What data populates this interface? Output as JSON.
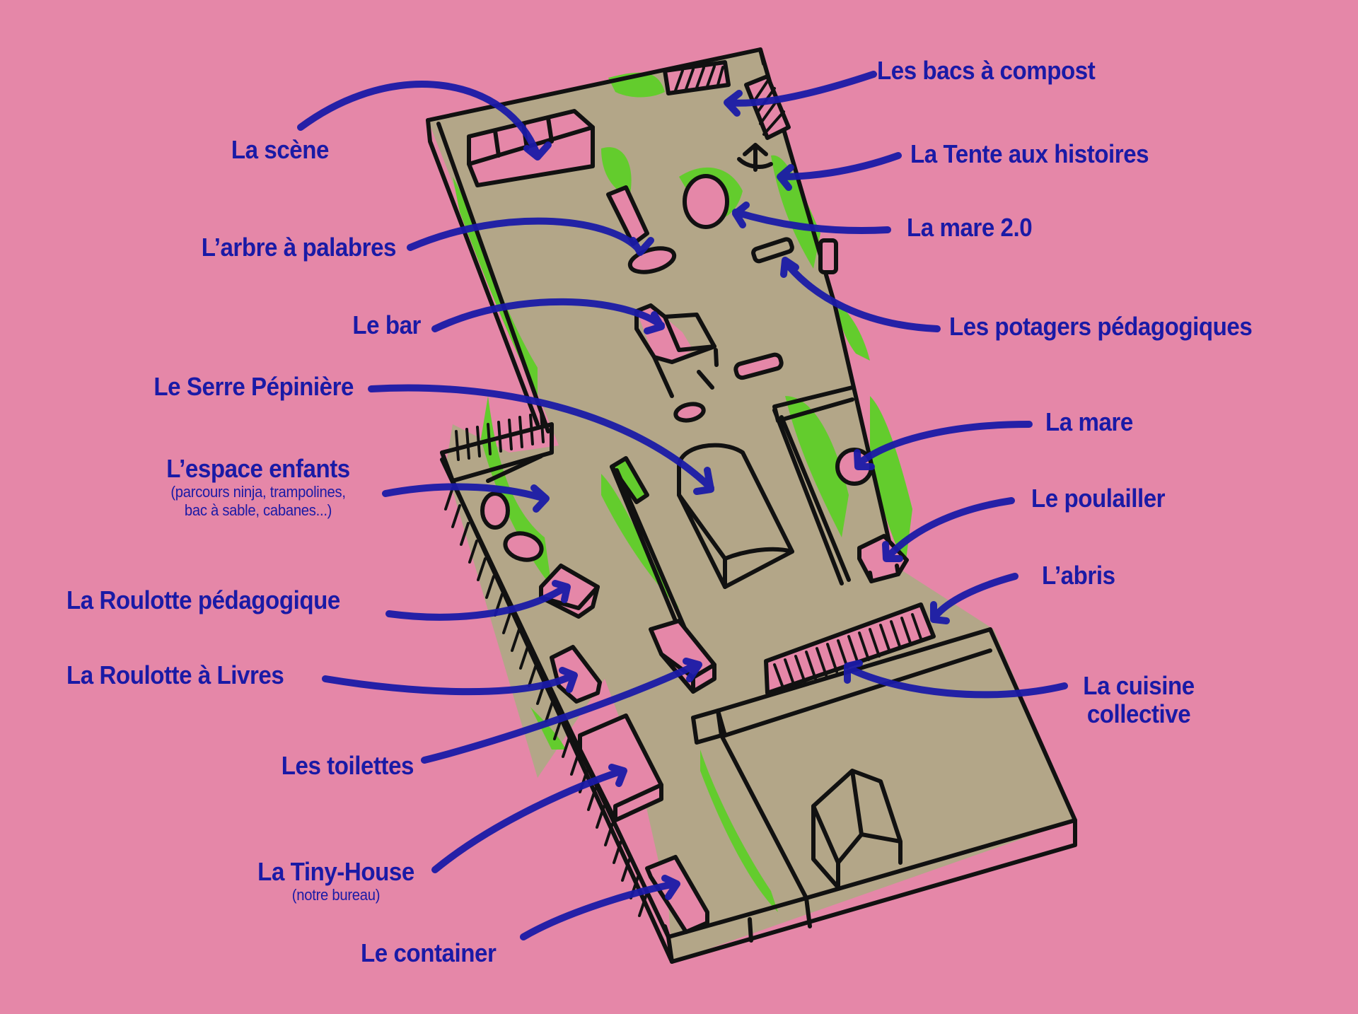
{
  "colors": {
    "background": "#e587a8",
    "ground": "#b3a688",
    "grass": "#63cc2d",
    "ink": "#111111",
    "label": "#1a1aa6"
  },
  "labels": {
    "scene": {
      "title": "La scène"
    },
    "arbre": {
      "title": "L’arbre à palabres"
    },
    "bar": {
      "title": "Le bar"
    },
    "serre": {
      "title": "Le Serre Pépinière"
    },
    "enfants": {
      "title": "L’espace enfants",
      "subtitle_1": "(parcours ninja, trampolines,",
      "subtitle_2": "bac à sable, cabanes...)"
    },
    "roulotte_peda": {
      "title": "La Roulotte pédagogique"
    },
    "roulotte_livres": {
      "title": "La Roulotte à Livres"
    },
    "toilettes": {
      "title": "Les toilettes"
    },
    "tiny_house": {
      "title": "La Tiny-House",
      "subtitle": "(notre bureau)"
    },
    "container": {
      "title": "Le container"
    },
    "compost": {
      "title": "Les bacs à compost"
    },
    "tente": {
      "title": "La Tente aux histoires"
    },
    "mare2": {
      "title": "La mare 2.0"
    },
    "potagers": {
      "title": "Les potagers pédagogiques"
    },
    "mare": {
      "title": "La mare"
    },
    "poulailler": {
      "title": "Le poulailler"
    },
    "abris": {
      "title": "L’abris"
    },
    "cuisine": {
      "title_1": "La cuisine",
      "title_2": "collective"
    }
  }
}
